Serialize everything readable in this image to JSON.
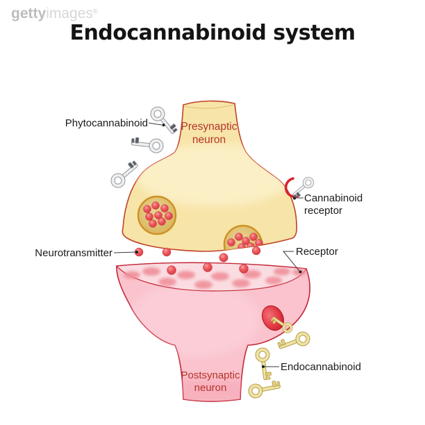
{
  "watermark": {
    "brand_bold": "getty",
    "brand_light": "images",
    "registered": "®"
  },
  "title": "Endocannabinoid system",
  "labels": {
    "phytocannabinoid": "Phytocannabinoid",
    "presynaptic_line1": "Presynaptic",
    "presynaptic_line2": "neuron",
    "cannabinoid_receptor_line1": "Cannabinoid",
    "cannabinoid_receptor_line2": "receptor",
    "neurotransmitter": "Neurotransmitter",
    "receptor": "Receptor",
    "endocannabinoid": "Endocannabinoid",
    "postsynaptic_line1": "Postsynaptic",
    "postsynaptic_line2": "neuron"
  },
  "colors": {
    "presynaptic_fill": "#F7E4A8",
    "presynaptic_outline": "#C04128",
    "postsynaptic_fill": "#FAC3CD",
    "postsynaptic_outline": "#C32737",
    "neurotransmitter_red": "#E8505A",
    "vesicle_fill": "#DDBE72",
    "vesicle_rim": "#CE9122",
    "receptor_red": "#D8232F",
    "silver_key": "#EFEFEF",
    "gold_key": "#EFE3A5",
    "label_black": "#1A1A1A",
    "neuron_label_red": "#B5352B"
  }
}
